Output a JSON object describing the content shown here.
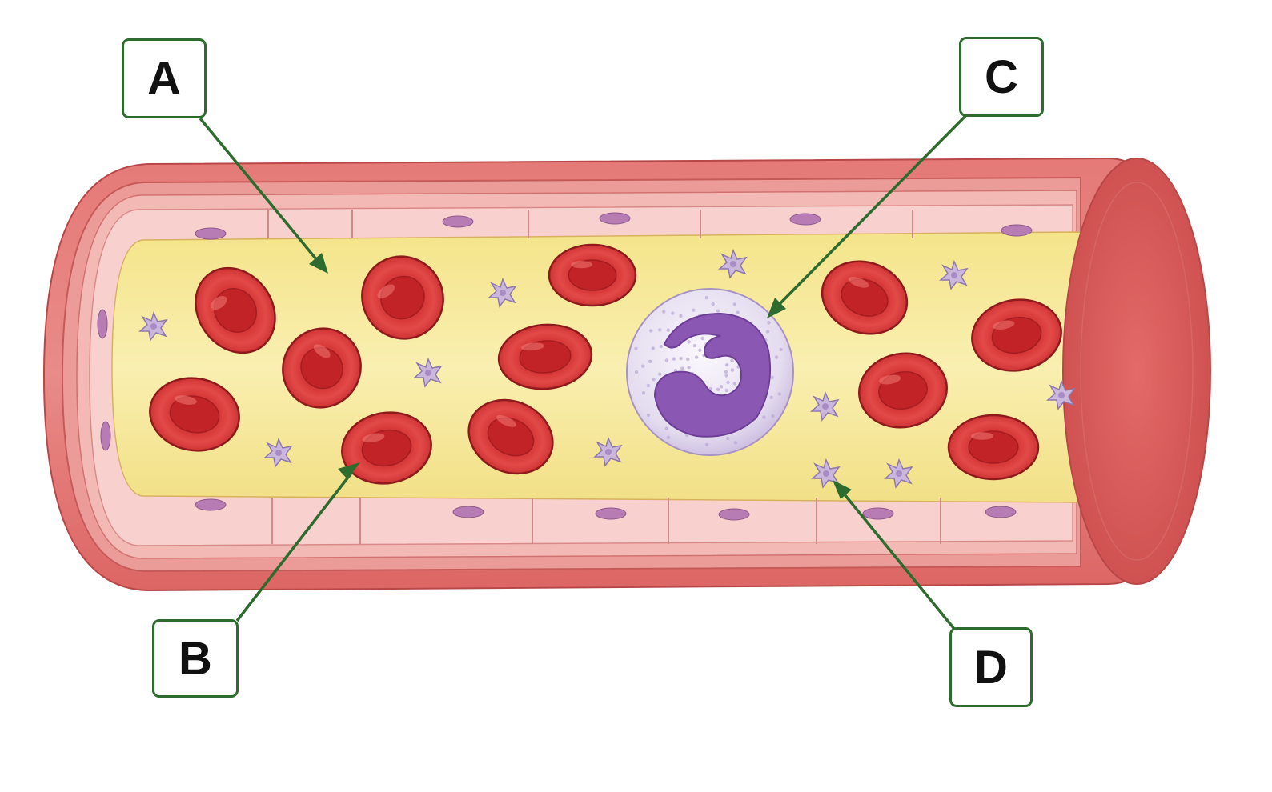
{
  "labels": {
    "a": "A",
    "b": "B",
    "c": "C",
    "d": "D"
  },
  "colors": {
    "vessel_wall": "#e06a6a",
    "vessel_wall_dark": "#c94a4a",
    "endothelium": "#f6c4c4",
    "plasma": "#f7ea9c",
    "red_blood_cell": "#d93434",
    "white_blood_cell": "#ece6f3",
    "nucleus": "#8e5db5",
    "platelet": "#c9b6d9",
    "arrow": "#2e6b2e"
  },
  "icons": {
    "red_blood_cell": "red-blood-cell-icon",
    "white_blood_cell": "white-blood-cell-icon",
    "platelet": "platelet-icon"
  }
}
